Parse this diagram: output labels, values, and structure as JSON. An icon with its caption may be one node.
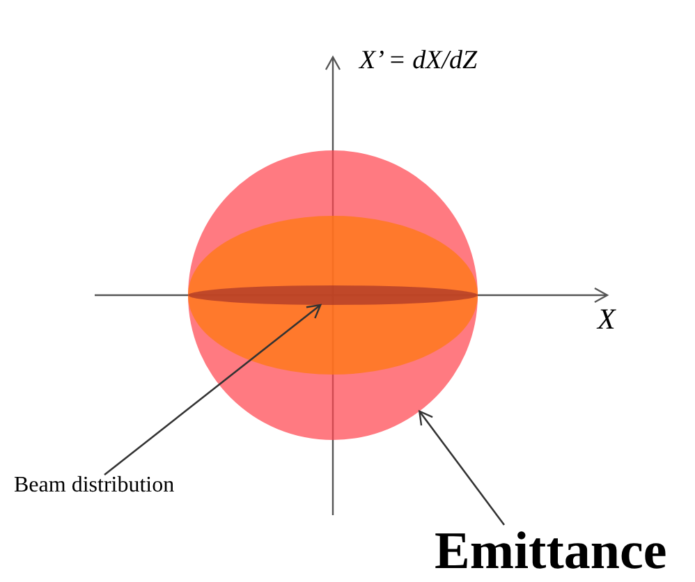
{
  "diagram": {
    "nodes": [
      {
        "text": [
          "Beam distribution"
        ]
      },
      {
        "text": [
          "Emittance"
        ]
      },
      {
        "text": [],
        "shape": "circle"
      },
      {
        "text": [],
        "shape": "ellipse",
        "in": 2
      },
      {
        "text": [],
        "shape": "ellipse",
        "in": 3
      }
    ],
    "edges": [
      {
        "from": 0,
        "to": 4,
        "arrow": "to"
      },
      {
        "from": 1,
        "to": 2,
        "arrow": "to"
      }
    ],
    "labels": [
      "X’ = dX/dZ",
      "X"
    ]
  }
}
